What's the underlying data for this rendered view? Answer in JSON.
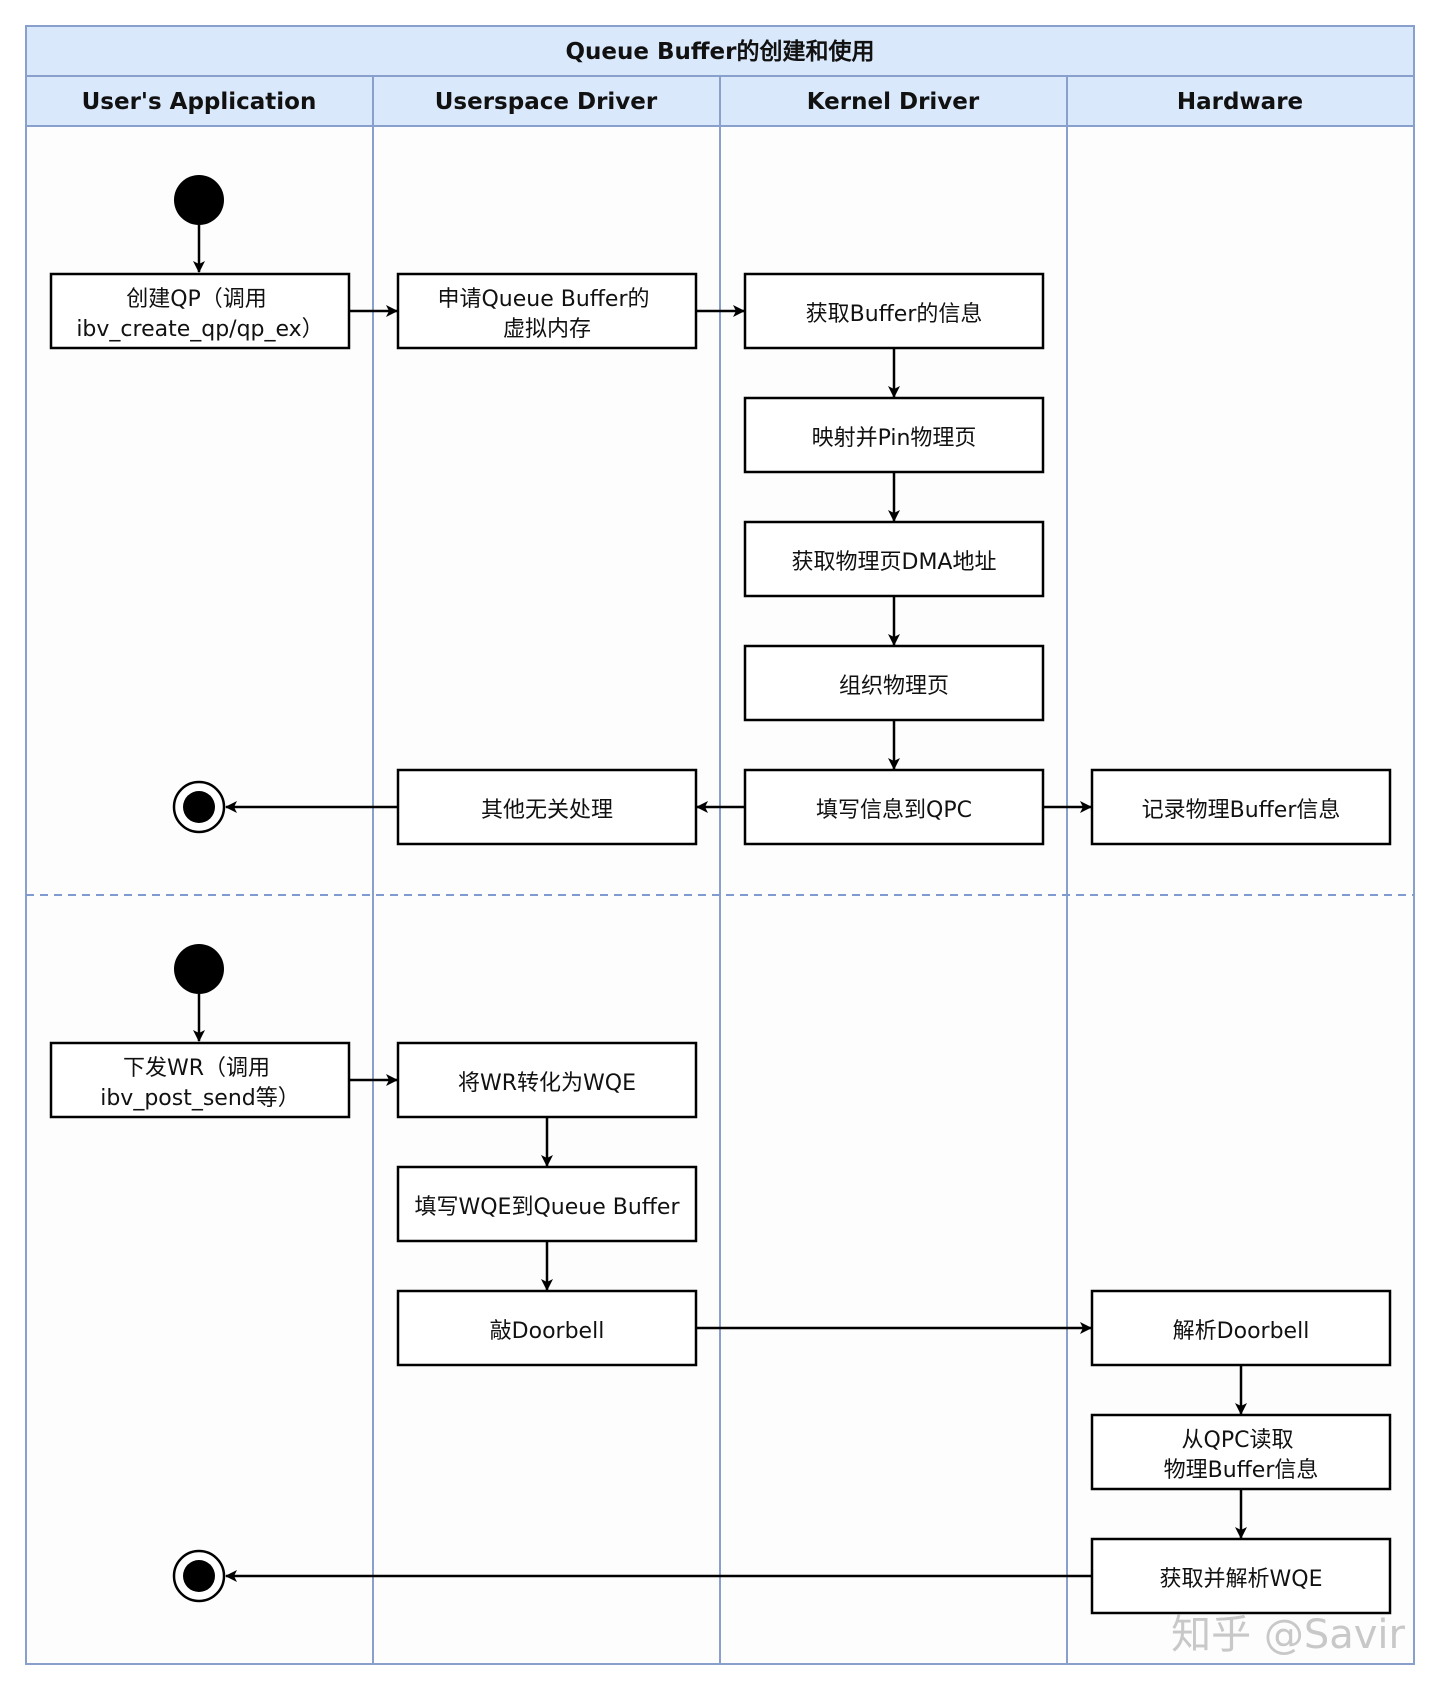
{
  "title": "Queue Buffer的创建和使用",
  "lanes": [
    "User's Application",
    "Userspace Driver",
    "Kernel Driver",
    "Hardware"
  ],
  "boxes": {
    "create_qp": [
      "创建QP（调用",
      "ibv_create_qp/qp_ex）"
    ],
    "alloc_vmem": [
      "申请Queue Buffer的",
      "虚拟内存"
    ],
    "get_buffer_info": [
      "获取Buffer的信息"
    ],
    "map_pin": [
      "映射并Pin物理页"
    ],
    "get_dma": [
      "获取物理页DMA地址"
    ],
    "organize_pages": [
      "组织物理页"
    ],
    "fill_qpc": [
      "填写信息到QPC"
    ],
    "other_processing": [
      "其他无关处理"
    ],
    "record_buffer": [
      "记录物理Buffer信息"
    ],
    "post_wr": [
      "下发WR（调用",
      "ibv_post_send等）"
    ],
    "wr_to_wqe": [
      "将WR转化为WQE"
    ],
    "fill_wqe": [
      "填写WQE到Queue Buffer"
    ],
    "ring_doorbell": [
      "敲Doorbell"
    ],
    "parse_doorbell": [
      "解析Doorbell"
    ],
    "read_qpc": [
      "从QPC读取",
      "物理Buffer信息"
    ],
    "parse_wqe": [
      "获取并解析WQE"
    ]
  },
  "watermark": "知乎 @Savir",
  "colors": {
    "border": "#8aa0cc",
    "header_fill": "#dae8fc",
    "lane_fill": "#fdfdfe",
    "stroke": "#000000"
  }
}
